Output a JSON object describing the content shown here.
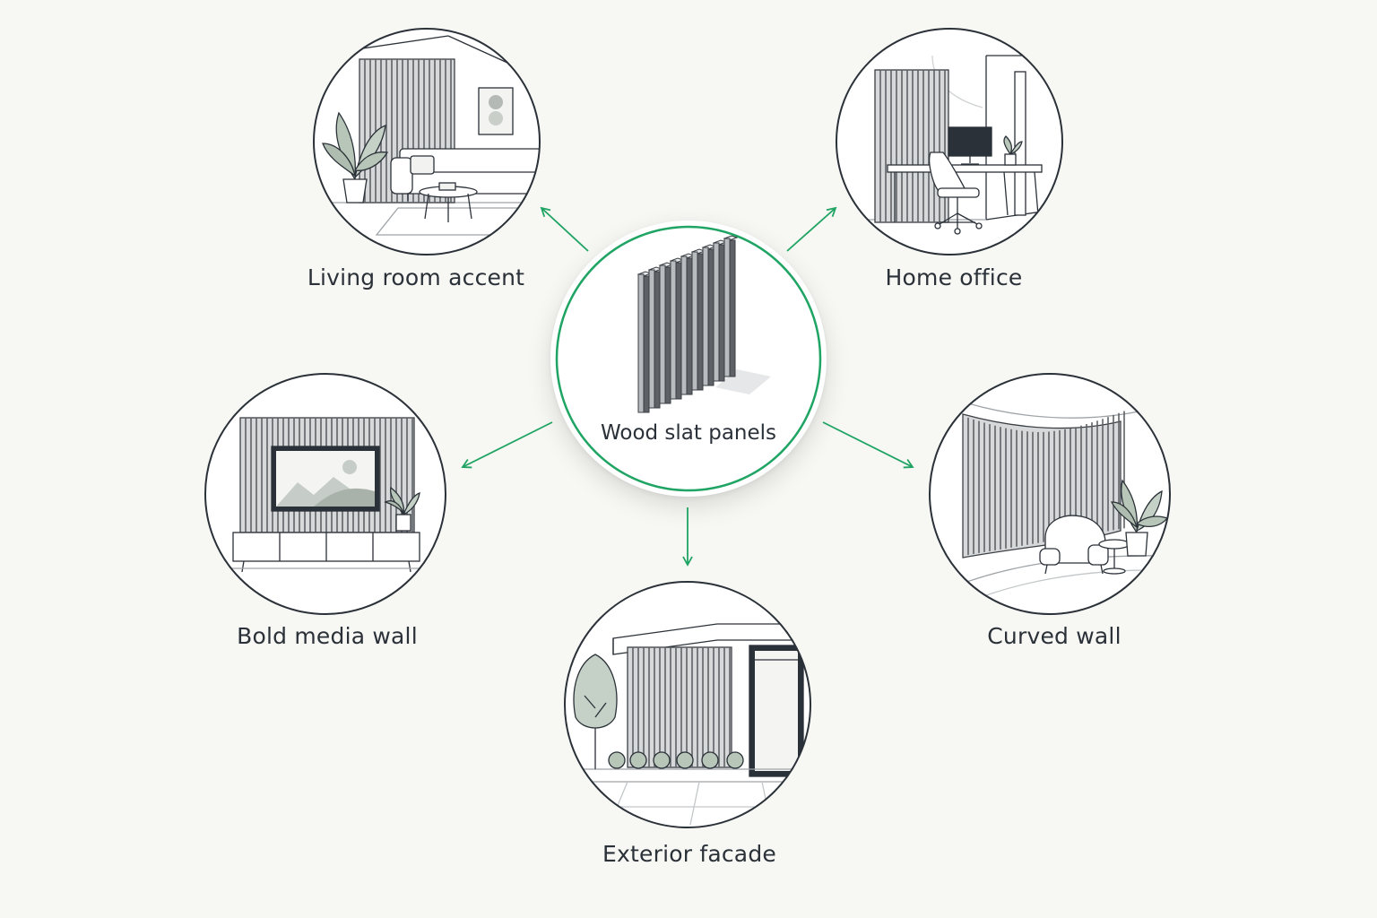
{
  "center": {
    "label": "Wood slat panels"
  },
  "applications": [
    {
      "id": "living-room",
      "label": "Living room accent"
    },
    {
      "id": "home-office",
      "label": "Home office"
    },
    {
      "id": "media-wall",
      "label": "Bold media wall"
    },
    {
      "id": "curved-wall",
      "label": "Curved wall"
    },
    {
      "id": "exterior",
      "label": "Exterior facade"
    }
  ],
  "colors": {
    "background": "#f7f7f3",
    "accent": "#1fa463",
    "outline": "#2b3138",
    "slat_dark": "#5e6266",
    "slat_light": "#b9bcbf",
    "plant": "#b7c6b8"
  }
}
